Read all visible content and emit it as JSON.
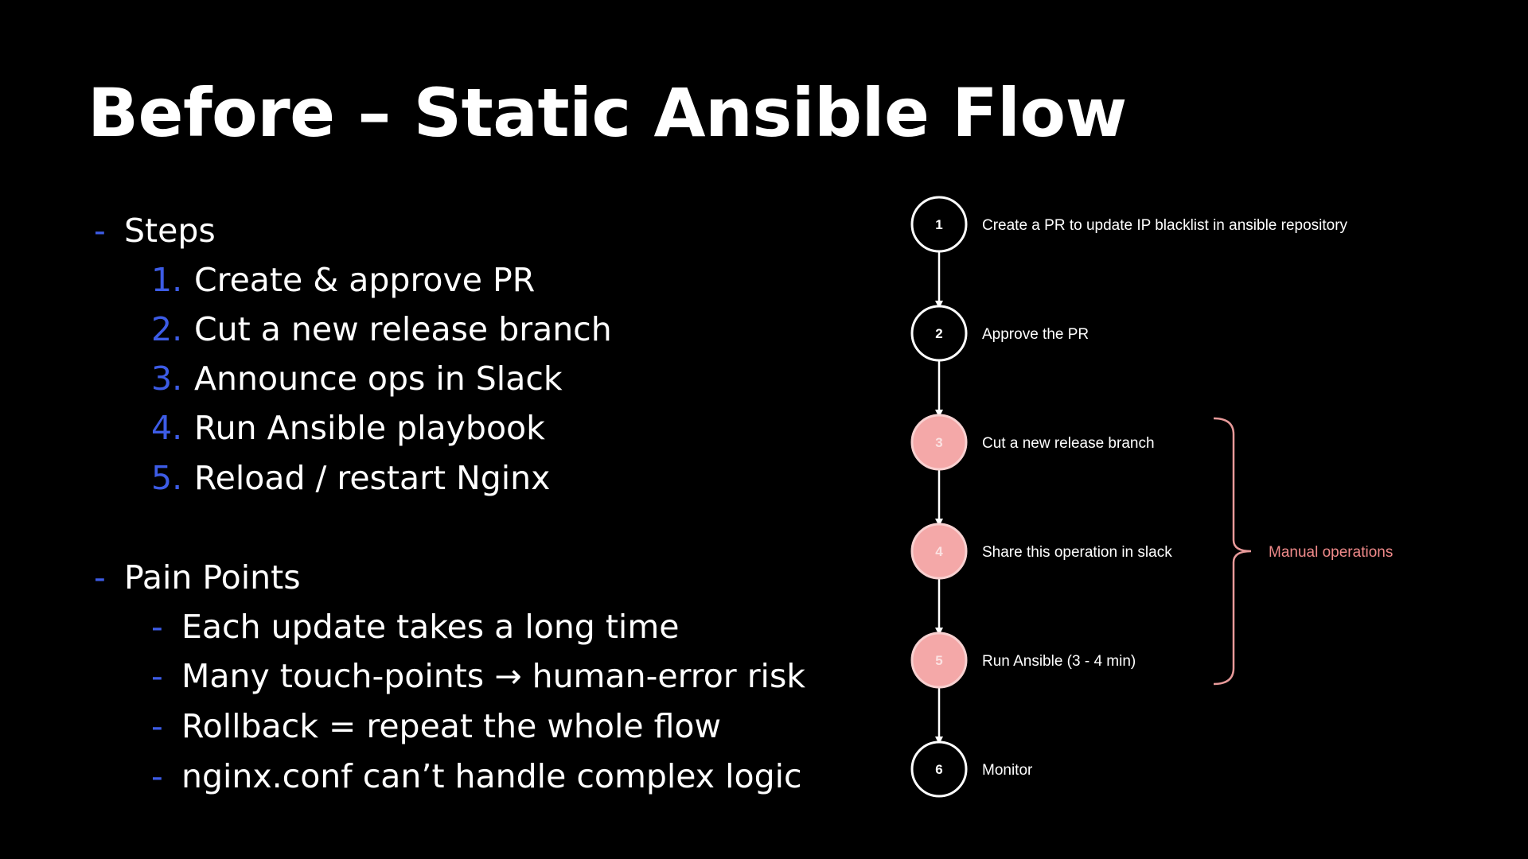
{
  "title": "Before – Static Ansible Flow",
  "steps_section": {
    "heading": "Steps",
    "items": [
      {
        "num": "1.",
        "text": "Create & approve PR"
      },
      {
        "num": "2.",
        "text": "Cut a new release branch"
      },
      {
        "num": "3.",
        "text": "Announce ops in Slack"
      },
      {
        "num": "4.",
        "text": "Run Ansible playbook"
      },
      {
        "num": "5.",
        "text": "Reload / restart Nginx"
      }
    ]
  },
  "pain_section": {
    "heading": "Pain Points",
    "items": [
      "Each update takes a long time",
      "Many touch-points → human-error risk",
      "Rollback = repeat the whole flow",
      "nginx.conf can’t handle complex logic"
    ]
  },
  "flow": {
    "nodes": [
      {
        "num": "1",
        "label": "Create a PR to update IP blacklist in ansible repository",
        "manual": false
      },
      {
        "num": "2",
        "label": "Approve the PR",
        "manual": false
      },
      {
        "num": "3",
        "label": "Cut a new release branch",
        "manual": true
      },
      {
        "num": "4",
        "label": "Share this operation in slack",
        "manual": true
      },
      {
        "num": "5",
        "label": "Run Ansible (3 - 4 min)",
        "manual": true
      },
      {
        "num": "6",
        "label": "Monitor",
        "manual": false
      }
    ],
    "bracket_label": "Manual operations",
    "colors": {
      "accent": "#3d5ce6",
      "manual_fill": "#f4a8a8",
      "manual_stroke": "#f8d0d0",
      "manual_text": "#f08a8a",
      "bracket": "#e89a9a",
      "node_stroke": "#ffffff"
    }
  }
}
